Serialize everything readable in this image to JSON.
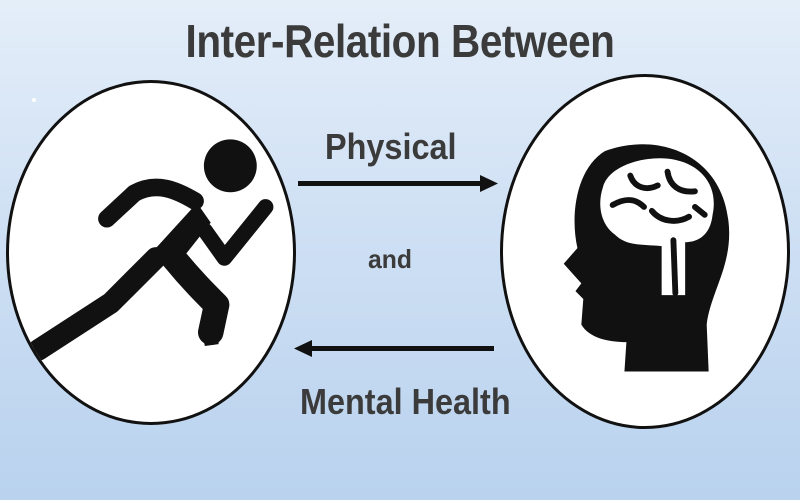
{
  "title": "Inter-Relation Between",
  "labels": {
    "physical": "Physical",
    "and": "and",
    "mental_health": "Mental Health"
  },
  "icons": {
    "left": "runner-icon",
    "right": "brain-head-icon",
    "top_arrow": "arrow-right-icon",
    "bottom_arrow": "arrow-left-icon"
  },
  "colors": {
    "background_top": "#e4eef9",
    "background_bottom": "#b9d2ee",
    "text": "#3b3b3b",
    "ink": "#111111"
  }
}
